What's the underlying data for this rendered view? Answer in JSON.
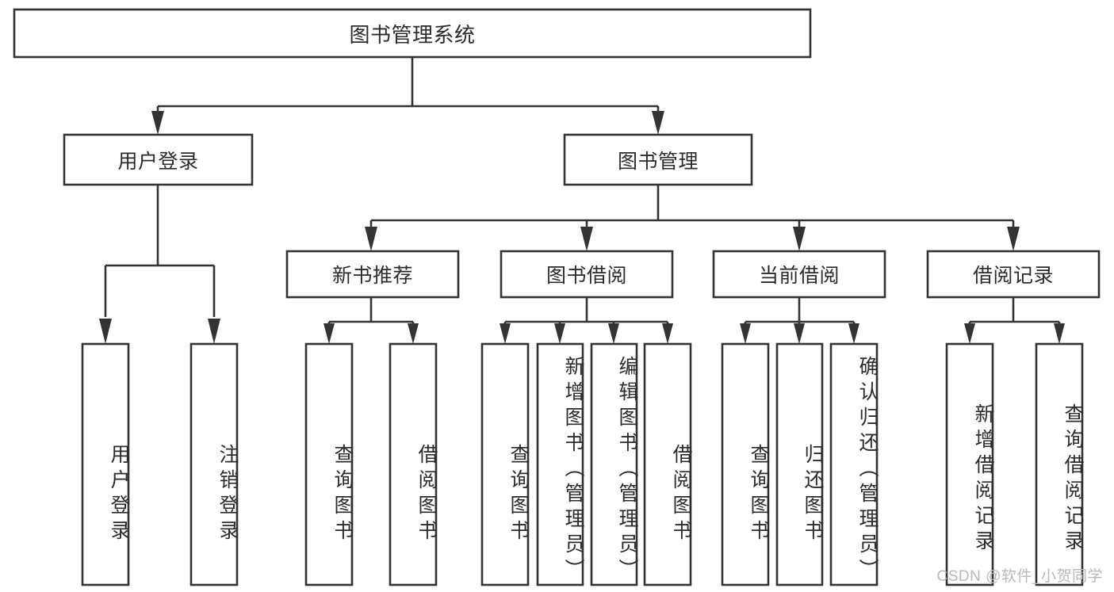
{
  "diagram": {
    "type": "tree-hierarchy",
    "title": "图书管理系统",
    "watermark": "CSDN @软件_小贺同学",
    "colors": {
      "stroke": "#333333",
      "fill": "#ffffff",
      "text": "#2b2b2b",
      "watermark": "#b9b9b9"
    },
    "nodes": {
      "root": {
        "label": "图书管理系统",
        "orientation": "horizontal"
      },
      "level2": [
        {
          "id": "user-login",
          "label": "用户登录",
          "orientation": "horizontal"
        },
        {
          "id": "book-management",
          "label": "图书管理",
          "orientation": "horizontal"
        }
      ],
      "level3": [
        {
          "id": "new-book-recommend",
          "label": "新书推荐",
          "orientation": "horizontal"
        },
        {
          "id": "book-borrow",
          "label": "图书借阅",
          "orientation": "horizontal"
        },
        {
          "id": "current-borrow",
          "label": "当前借阅",
          "orientation": "horizontal"
        },
        {
          "id": "borrow-record",
          "label": "借阅记录",
          "orientation": "horizontal"
        }
      ],
      "leaves": [
        {
          "id": "leaf-user-login",
          "label": "用户登录",
          "parent": "user-login",
          "orientation": "vertical"
        },
        {
          "id": "leaf-logout-login",
          "label": "注销登录",
          "parent": "user-login",
          "orientation": "vertical"
        },
        {
          "id": "leaf-query-book-1",
          "label": "查询图书",
          "parent": "new-book-recommend",
          "orientation": "vertical"
        },
        {
          "id": "leaf-borrow-book-1",
          "label": "借阅图书",
          "parent": "new-book-recommend",
          "orientation": "vertical"
        },
        {
          "id": "leaf-query-book-2",
          "label": "查询图书",
          "parent": "book-borrow",
          "orientation": "vertical"
        },
        {
          "id": "leaf-add-book",
          "label": "新增图书（管理员）",
          "parent": "book-borrow",
          "orientation": "vertical"
        },
        {
          "id": "leaf-edit-book",
          "label": "编辑图书（管理员）",
          "parent": "book-borrow",
          "orientation": "vertical"
        },
        {
          "id": "leaf-borrow-book-2",
          "label": "借阅图书",
          "parent": "book-borrow",
          "orientation": "vertical"
        },
        {
          "id": "leaf-query-book-3",
          "label": "查询图书",
          "parent": "current-borrow",
          "orientation": "vertical"
        },
        {
          "id": "leaf-return-book",
          "label": "归还图书",
          "parent": "current-borrow",
          "orientation": "vertical"
        },
        {
          "id": "leaf-confirm-return",
          "label": "确认归还（管理员）",
          "parent": "current-borrow",
          "orientation": "vertical"
        },
        {
          "id": "leaf-add-record",
          "label": "新增借阅记录",
          "parent": "borrow-record",
          "orientation": "vertical"
        },
        {
          "id": "leaf-query-record",
          "label": "查询借阅记录",
          "parent": "borrow-record",
          "orientation": "vertical"
        }
      ]
    }
  }
}
